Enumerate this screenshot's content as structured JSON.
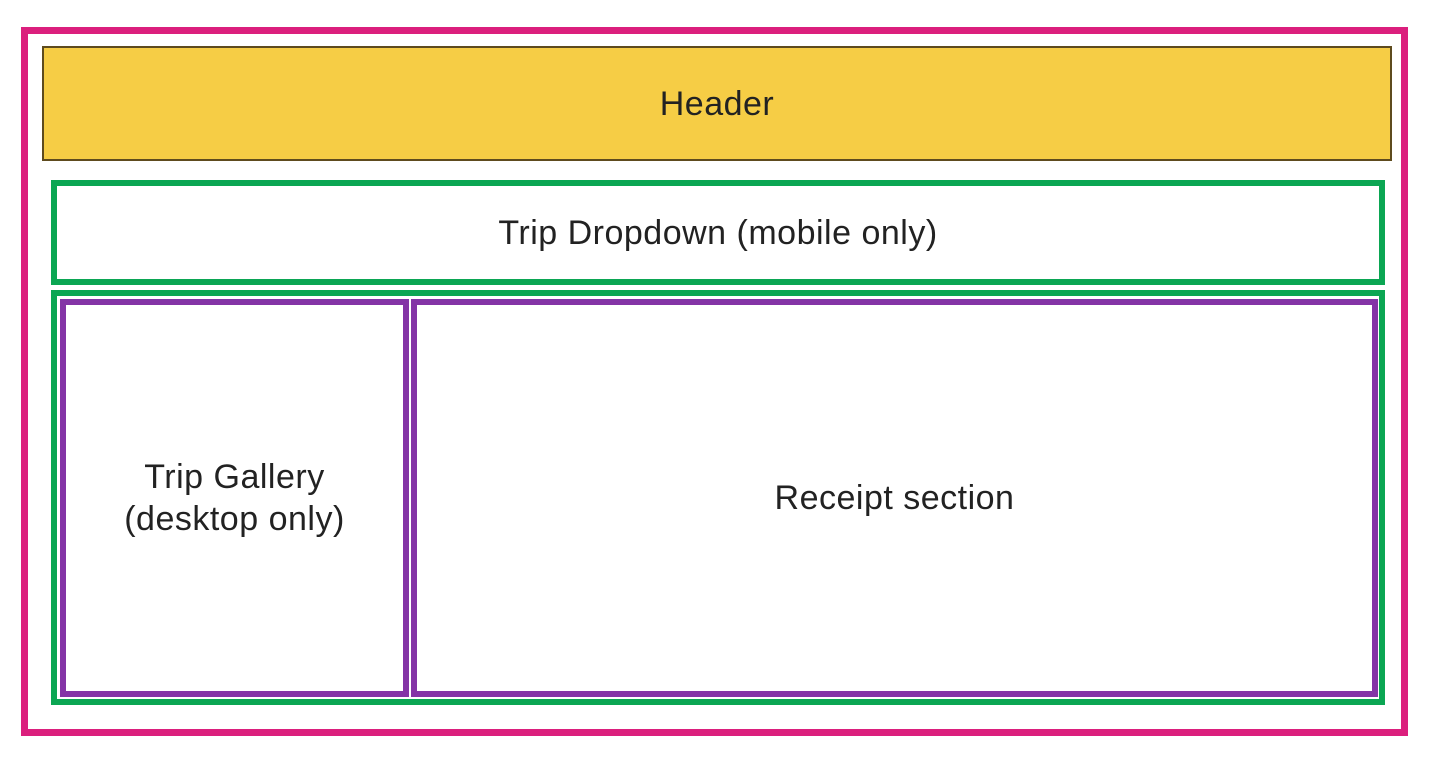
{
  "colors": {
    "outer_border": "#DB1F7D",
    "header_fill": "#F6CD45",
    "header_border": "#5E4B1E",
    "section_border": "#0BA653",
    "panel_border": "#8434A6",
    "text": "#222222"
  },
  "header": {
    "label": "Header"
  },
  "trip_dropdown": {
    "label": "Trip Dropdown (mobile only)"
  },
  "trip_gallery": {
    "label": "Trip Gallery\n(desktop only)"
  },
  "receipt_section": {
    "label": "Receipt section"
  }
}
